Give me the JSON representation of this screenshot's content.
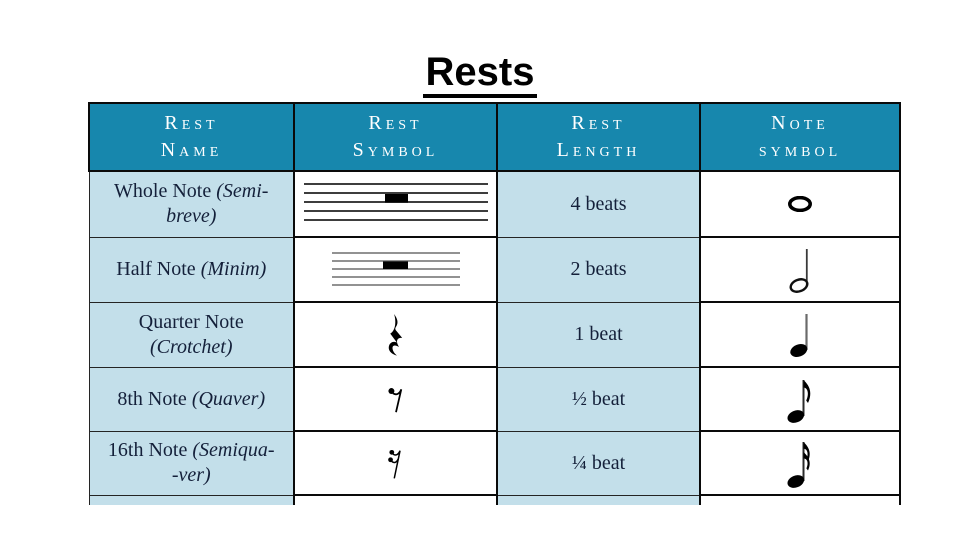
{
  "slide": {
    "title": "Rests"
  },
  "colors": {
    "page_bg": "#ffffff",
    "title": "#000000",
    "header_bg": "#1787ad",
    "header_text": "#ffffff",
    "row_bg": "#c3dfea",
    "body_text": "#14203a",
    "grid": "#0a0a0a"
  },
  "table": {
    "headers": [
      {
        "line1": "Rest",
        "line2": "Name"
      },
      {
        "line1": "Rest",
        "line2": "Symbol"
      },
      {
        "line1": "Rest",
        "line2": "Length"
      },
      {
        "line1": "Note",
        "line2": "symbol"
      }
    ],
    "rows": [
      {
        "name1": "Whole Note ",
        "name1i": "(Semi-",
        "name2i": "breve)",
        "beats": "4 beats",
        "rest_icon": "whole-rest",
        "note_icon": "whole-note"
      },
      {
        "name1": "Half Note ",
        "name1i": "(Minim)",
        "name2i": "",
        "beats": "2 beats",
        "rest_icon": "half-rest",
        "note_icon": "half-note"
      },
      {
        "name1": "Quarter Note",
        "name1i": "",
        "name2i": "(Crotchet)",
        "beats": "1 beat",
        "rest_icon": "quarter-rest",
        "note_icon": "quarter-note"
      },
      {
        "name1": "8th Note ",
        "name1i": "(Quaver)",
        "name2i": "",
        "beats": "½ beat",
        "rest_icon": "eighth-rest",
        "note_icon": "eighth-note"
      },
      {
        "name1": "16th Note ",
        "name1i": "(Semiqua-",
        "name2i": "-ver)",
        "beats": "¼ beat",
        "rest_icon": "sixteenth-rest",
        "note_icon": "sixteenth-note"
      }
    ]
  }
}
